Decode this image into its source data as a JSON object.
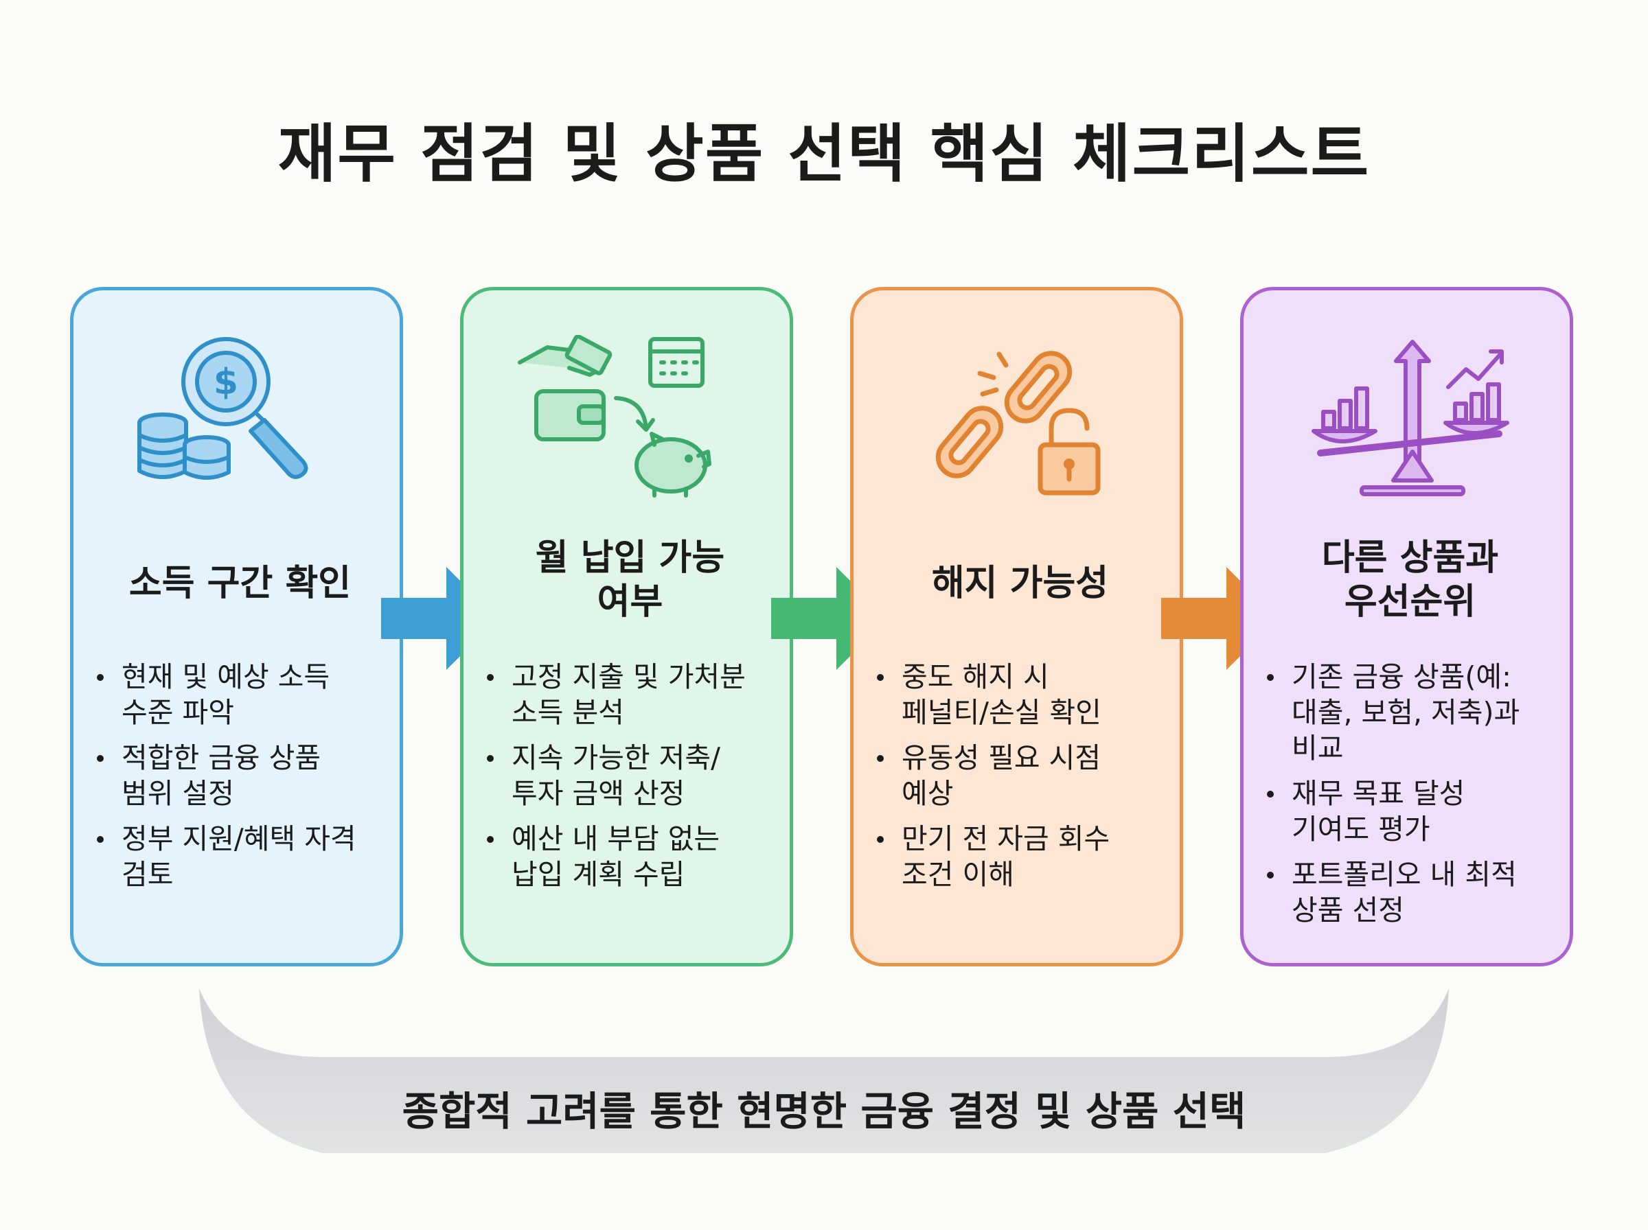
{
  "title": "재무 점검 및 상품 선택 핵심 체크리스트",
  "colors": {
    "blue": "#3b9fd4",
    "green": "#45b874",
    "orange": "#e89140",
    "purple": "#a85dcd",
    "banner": "#d8d9dc"
  },
  "steps": [
    {
      "title": "소득 구간 확인",
      "icon": "coins-magnifier-icon",
      "bullets": [
        "현재 및 예상 소득\n수준 파악",
        "적합한 금융 상품\n범위 설정",
        "정부 지원/혜택 자격\n검토"
      ]
    },
    {
      "title": "월 납입 가능\n여부",
      "icon": "wallet-piggy-bank-icon",
      "bullets": [
        "고정 지출 및 가처분\n소득 분석",
        "지속 가능한 저축/\n투자 금액 산정",
        "예산 내 부담 없는\n납입 계획 수립"
      ]
    },
    {
      "title": "해지 가능성",
      "icon": "broken-chain-lock-icon",
      "bullets": [
        "중도 해지 시\n페널티/손실 확인",
        "유동성 필요 시점\n예상",
        "만기 전 자금 회수\n조건 이해"
      ]
    },
    {
      "title": "다른 상품과\n우선순위",
      "icon": "balance-scale-chart-icon",
      "bullets": [
        "기존 금융 상품(예:\n대출, 보험, 저축)과\n비교",
        "재무 목표 달성\n기여도 평가",
        "포트폴리오 내 최적\n상품 선정"
      ]
    }
  ],
  "banner": "종합적 고려를 통한 현명한 금융 결정 및 상품 선택"
}
